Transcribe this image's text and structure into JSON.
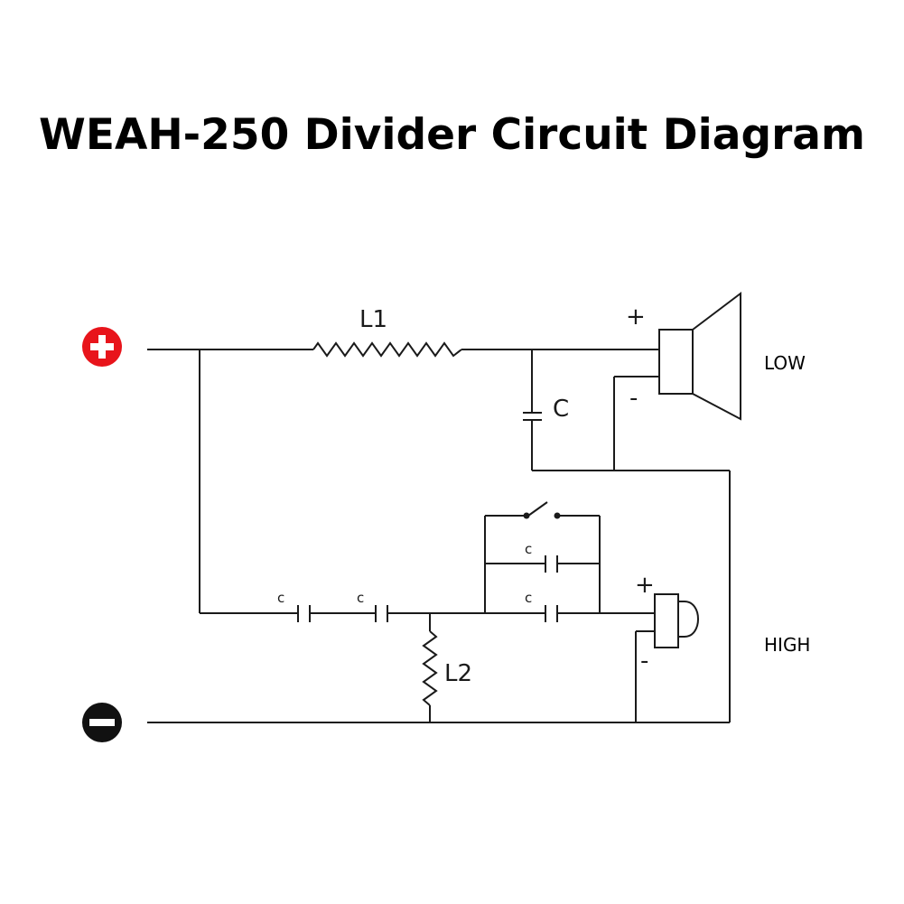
{
  "title": "WEAH-250 Divider Circuit Diagram",
  "terminals": {
    "positive": {
      "symbol": "+",
      "color": "#e8141b"
    },
    "negative": {
      "symbol": "−",
      "color": "#111111"
    }
  },
  "components": {
    "L1": "L1",
    "L2": "L2",
    "C_low": "C",
    "C_series_1": "c",
    "C_series_2": "c",
    "C_parallel_top": "c",
    "C_parallel_bottom": "c"
  },
  "speakers": {
    "low": {
      "label": "LOW",
      "plus": "+",
      "minus": "-"
    },
    "high": {
      "label": "HIGH",
      "plus": "+",
      "minus": "-"
    }
  }
}
